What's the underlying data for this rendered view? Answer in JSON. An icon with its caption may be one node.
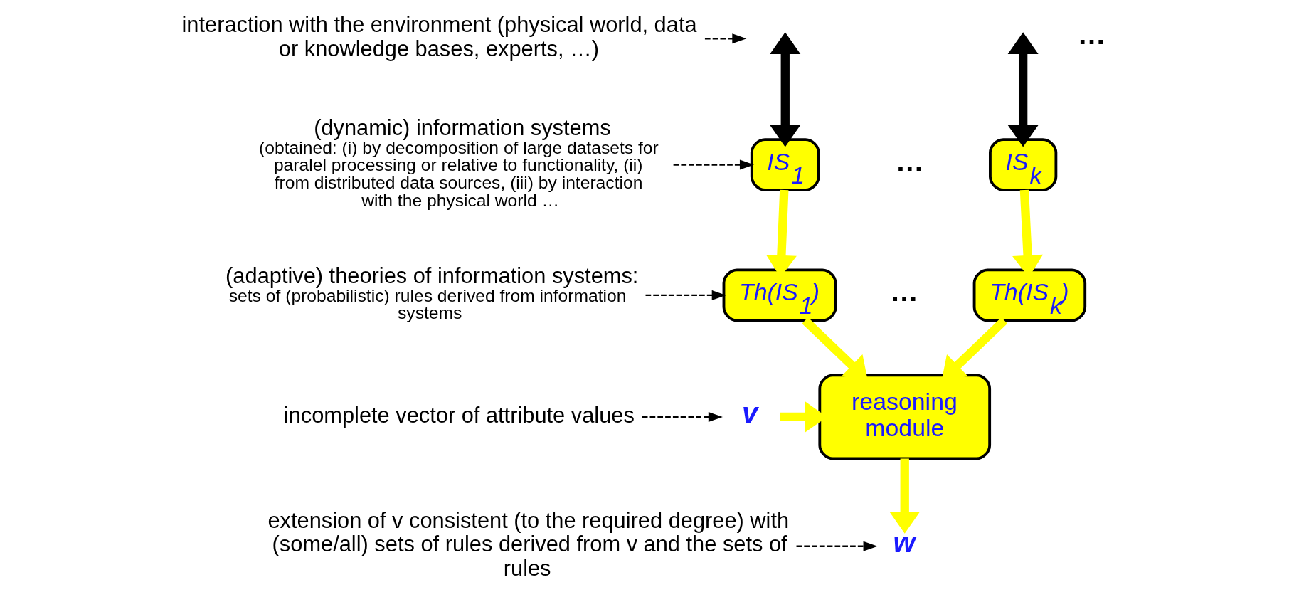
{
  "diagram": {
    "nodes": [
      {
        "text": [
          "interaction with the environment (physical world, data or knowledge bases, experts, …)"
        ]
      },
      {
        "text": [
          "(dynamic) information systems",
          "(obtained: (i) by decomposition of large datasets for paralel processing or relative to functionality, (ii) from distributed data sources, (iii) by interaction with the physical world …"
        ]
      },
      {
        "text": [
          "(adaptive) theories of information systems:",
          "sets of (probabilistic) rules derived from information systems"
        ]
      },
      {
        "text": [
          "incomplete vector of attribute values"
        ]
      },
      {
        "text": [
          "extension of v consistent (to the required degree) with (some/all) sets of rules derived from v and the sets of rules"
        ]
      },
      {
        "text": [
          "IS$_{1}$"
        ]
      },
      {
        "text": [
          "IS$_{k}$"
        ]
      },
      {
        "text": [
          "Th(IS$_{1}$)"
        ]
      },
      {
        "text": [
          "Th(IS$_{k}$)"
        ]
      },
      {
        "text": [
          "reasoning module"
        ]
      },
      {
        "text": [
          "v"
        ]
      },
      {
        "text": [
          "w"
        ]
      }
    ],
    "edges": [
      {
        "from": null,
        "to": 5,
        "arrow": "both"
      },
      {
        "from": null,
        "to": 6,
        "arrow": "both"
      },
      {
        "from": 0,
        "to": null,
        "arrow": "to",
        "style": "dashed"
      },
      {
        "from": 1,
        "to": 5,
        "arrow": "to",
        "style": "dashed"
      },
      {
        "from": 5,
        "to": 7,
        "arrow": "to",
        "color": "#ffff00"
      },
      {
        "from": 6,
        "to": 8,
        "arrow": "to",
        "color": "#ffff00"
      },
      {
        "from": 2,
        "to": 7,
        "arrow": "to",
        "style": "dashed"
      },
      {
        "from": 7,
        "to": 9,
        "arrow": "to",
        "color": "#ffff00"
      },
      {
        "from": 8,
        "to": 9,
        "arrow": "to",
        "color": "#ffff00"
      },
      {
        "from": 3,
        "to": 10,
        "arrow": "to",
        "style": "dashed"
      },
      {
        "from": 10,
        "to": 9,
        "arrow": "to",
        "color": "#ffff00"
      },
      {
        "from": 9,
        "to": 11,
        "arrow": "to",
        "color": "#ffff00"
      },
      {
        "from": 4,
        "to": 11,
        "arrow": "to",
        "style": "dashed"
      }
    ],
    "labels": [
      "…",
      "…",
      "…"
    ]
  }
}
